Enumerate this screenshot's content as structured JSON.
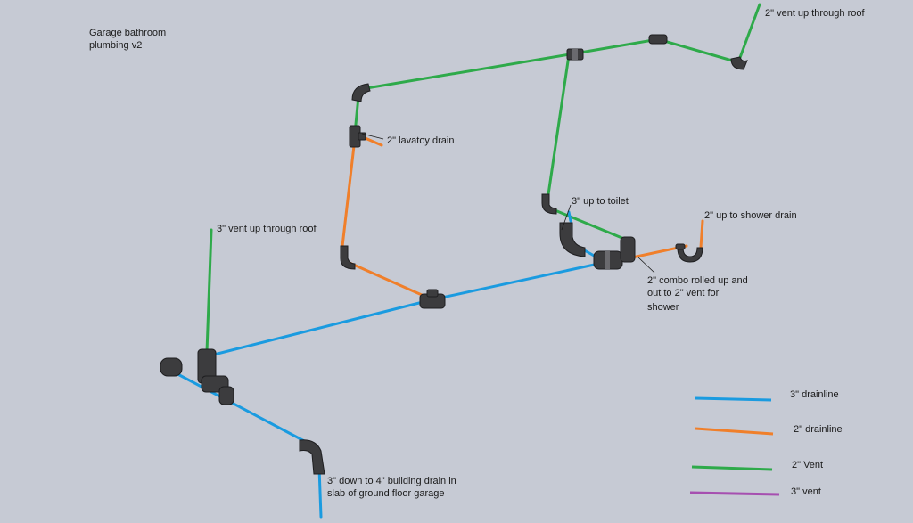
{
  "title": [
    "Garage bathroom",
    "plumbing v2"
  ],
  "colors": {
    "drain3": "#1a9be0",
    "drain2": "#f07f2a",
    "vent2": "#2eaa4a",
    "vent3": "#a64fb0",
    "background": "#c6cad4",
    "fitting": "#3c3c3e"
  },
  "annotations": {
    "vent_2_roof": "2\" vent up through roof",
    "lavatory": "2\" lavatoy drain",
    "toilet": "3\" up to toilet",
    "shower": "2\" up to shower drain",
    "vent_3_roof": "3\" vent up through roof",
    "combo": [
      "2\" combo rolled up and",
      "out to 2\" vent for",
      "shower"
    ],
    "building_drain": [
      "3\" down to 4\" building drain in",
      "slab of ground floor garage"
    ]
  },
  "legend": [
    {
      "label": "3\" drainline",
      "color": "#1a9be0"
    },
    {
      "label": "2\" drainline",
      "color": "#f07f2a"
    },
    {
      "label": "2\" Vent",
      "color": "#2eaa4a"
    },
    {
      "label": "3\" vent",
      "color": "#a64fb0"
    }
  ]
}
